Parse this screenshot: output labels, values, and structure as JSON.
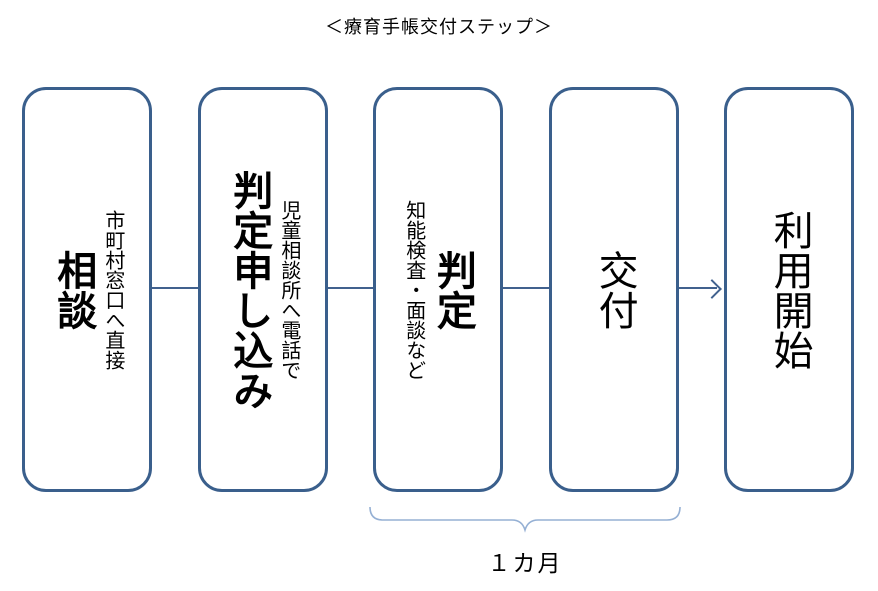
{
  "title": "＜療育手帳交付ステップ＞",
  "steps": [
    {
      "main": "相談",
      "annotation": "市町村窓口へ直接"
    },
    {
      "main": "判定申し込み",
      "annotation": "児童相談所へ電話で"
    },
    {
      "main": "判定",
      "annotation": "知能検査・面談など"
    },
    {
      "main": "交付"
    },
    {
      "main": "利用開始"
    }
  ],
  "duration_label": "１カ月",
  "colors": {
    "box_border": "#3a5f8c",
    "connector_line": "#41618e",
    "bracket": "#95b0d4",
    "text": "#000000",
    "background": "#ffffff"
  }
}
